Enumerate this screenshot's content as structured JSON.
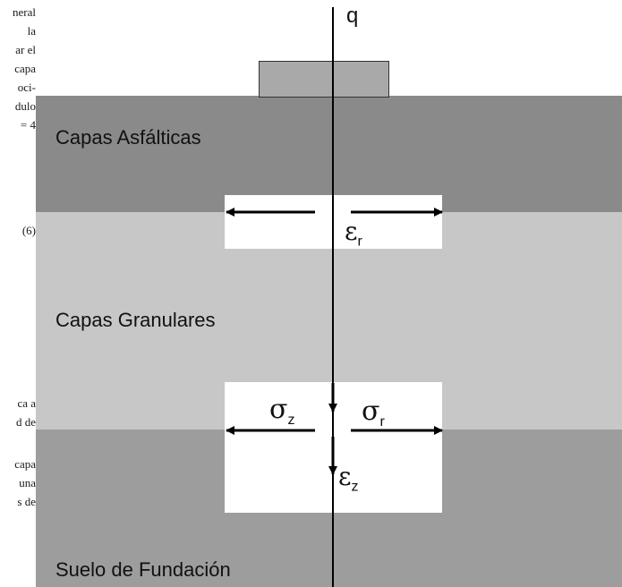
{
  "left_text": {
    "lines_top": [
      "neral",
      "la",
      "ar el",
      "capa",
      "oci-",
      "dulo",
      "= 4"
    ],
    "eq_number": "(6)",
    "lines_mid": [
      "ca a",
      "d de"
    ],
    "lines_bottom": [
      "capa",
      "una",
      "s de"
    ]
  },
  "load": {
    "label": "q"
  },
  "layers": {
    "asphalt": "Capas Asfálticas",
    "granular": "Capas Granulares",
    "subgrade": "Suelo de Fundación"
  },
  "symbols": {
    "epsilon_r": {
      "main": "ε",
      "sub": "r"
    },
    "sigma_z": {
      "main": "σ",
      "sub": "z"
    },
    "sigma_r": {
      "main": "σ",
      "sub": "r"
    },
    "epsilon_z": {
      "main": "ε",
      "sub": "z"
    }
  }
}
